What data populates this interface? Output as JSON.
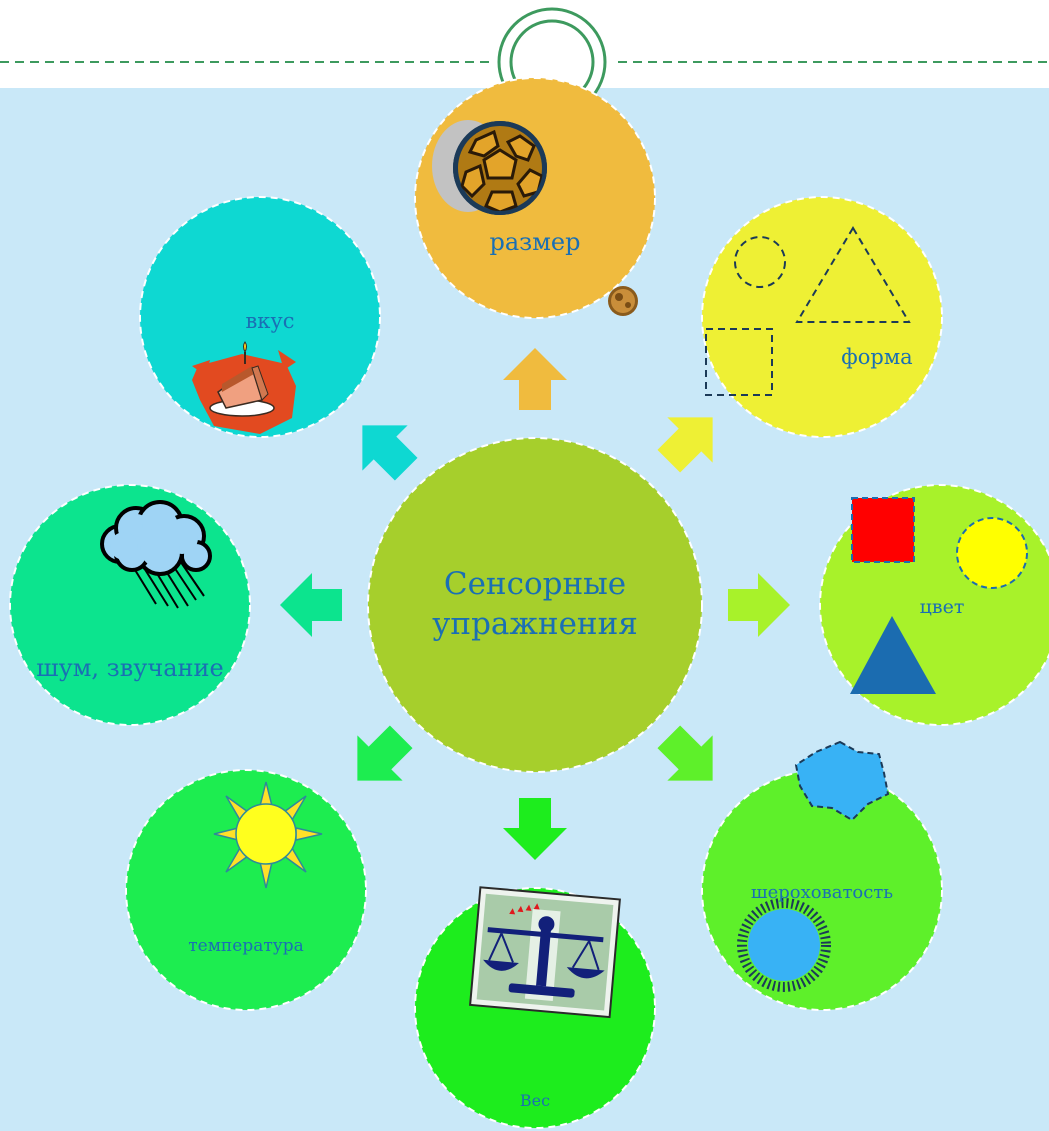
{
  "center": {
    "line1": "Сенсорные",
    "line2": "упражнения"
  },
  "nodes": {
    "size": {
      "label": "размер"
    },
    "shape": {
      "label": "форма"
    },
    "color": {
      "label": "цвет"
    },
    "roughness": {
      "label": "шероховатость"
    },
    "weight": {
      "label": "Вес"
    },
    "temperature": {
      "label": "температура"
    },
    "sound": {
      "label": "шум, звучание"
    },
    "taste": {
      "label": "вкус"
    }
  },
  "colors": {
    "panel_bg": "#c9e8f8",
    "line": "#3d9a5e",
    "label_text": "#1a6fb4",
    "center": "#a6cf2c",
    "size": "#f0bb3e",
    "shape": "#eef034",
    "color": "#a8f22a",
    "roughness": "#5ef02a",
    "weight": "#1ded1d",
    "temperature": "#1ded50",
    "sound": "#0ce48e",
    "taste": "#0ed8d2"
  }
}
